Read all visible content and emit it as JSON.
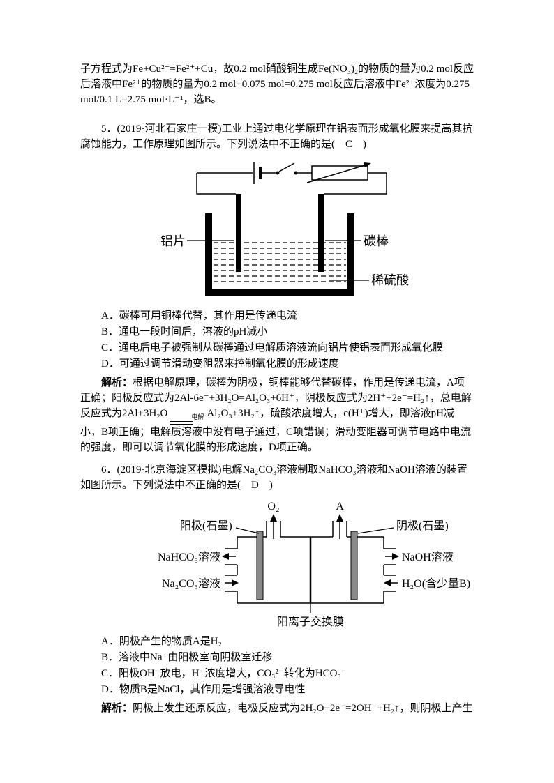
{
  "intro": {
    "text": "子方程式为Fe+Cu²⁺=Fe²⁺+Cu，故0.2 mol硝酸铜生成Fe(NO₃)₂的物质的量为0.2 mol反应后溶液中Fe²⁺的物质的量为0.2 mol+0.075 mol=0.275 mol反应后溶液中Fe²⁺浓度为0.275 mol/0.1 L=2.75 mol·L⁻¹，选B。"
  },
  "q5": {
    "stem": "5．(2019·河北石家庄一模)工业上通过电化学原理在铝表面形成氧化膜来提高其抗腐蚀能力，工作原理如图所示。下列说法中不正确的是(　C　)",
    "options": [
      "A．碳棒可用铜棒代替，其作用是传递电流",
      "B．通电一段时间后，溶液的pH减小",
      "C．通电后电子被强制从碳棒通过电解质溶液流向铝片使铝表面形成氧化膜",
      "D．可通过调节滑动变阻器来控制氧化膜的形成速度"
    ],
    "analysis_label": "解析：",
    "analysis_part1": "根据电解原理，碳棒为阴极，铜棒能够代替碳棒，作用是传递电流，A项正确；阳极反应式为2Al-6e⁻+3H₂O=Al₂O₃+6H⁺，阴极反应式为2H⁺+2e⁻=H₂↑，总电解反应式为2Al+3H₂O",
    "analysis_over": "电解",
    "analysis_part2": "Al₂O₃+3H₂↑，硫酸浓度增大，c(H⁺)增大，即溶液pH减小，B项正确；电解质溶液中没有电子通过，C项错误；滑动变阻器可调节电路中电流的强度，即可以调节氧化膜的形成速度，D项正确。",
    "diagram": {
      "left_electrode": "铝片",
      "right_electrode": "碳棒",
      "solution": "稀硫酸"
    }
  },
  "q6": {
    "stem": "6．(2019·北京海淀区模拟)电解Na₂CO₃溶液制取NaHCO₃溶液和NaOH溶液的装置如图所示。下列说法中不正确的是(　D　)",
    "diagram": {
      "gas_left": "O₂",
      "gas_right": "A",
      "anode": "阳极(石墨)",
      "cathode": "阴极(石墨)",
      "out_left": "NaHCO₃溶液",
      "in_left": "Na₂CO₃溶液",
      "out_right": "NaOH溶液",
      "in_right": "H₂O(含少量B)",
      "membrane": "阳离子交换膜"
    },
    "options": [
      "A．阴极产生的物质A是H₂",
      "B．溶液中Na⁺由阳极室向阴极室迁移",
      "C．阳极OH⁻放电，H⁺浓度增大，CO₃²⁻转化为HCO₃⁻",
      "D．物质B是NaCl，其作用是增强溶液导电性"
    ],
    "analysis_label": "解析：",
    "analysis_text": "阴极上发生还原反应，电极反应式为2H₂O+2e⁻=2OH⁻+H₂↑，则阴极上产生"
  }
}
